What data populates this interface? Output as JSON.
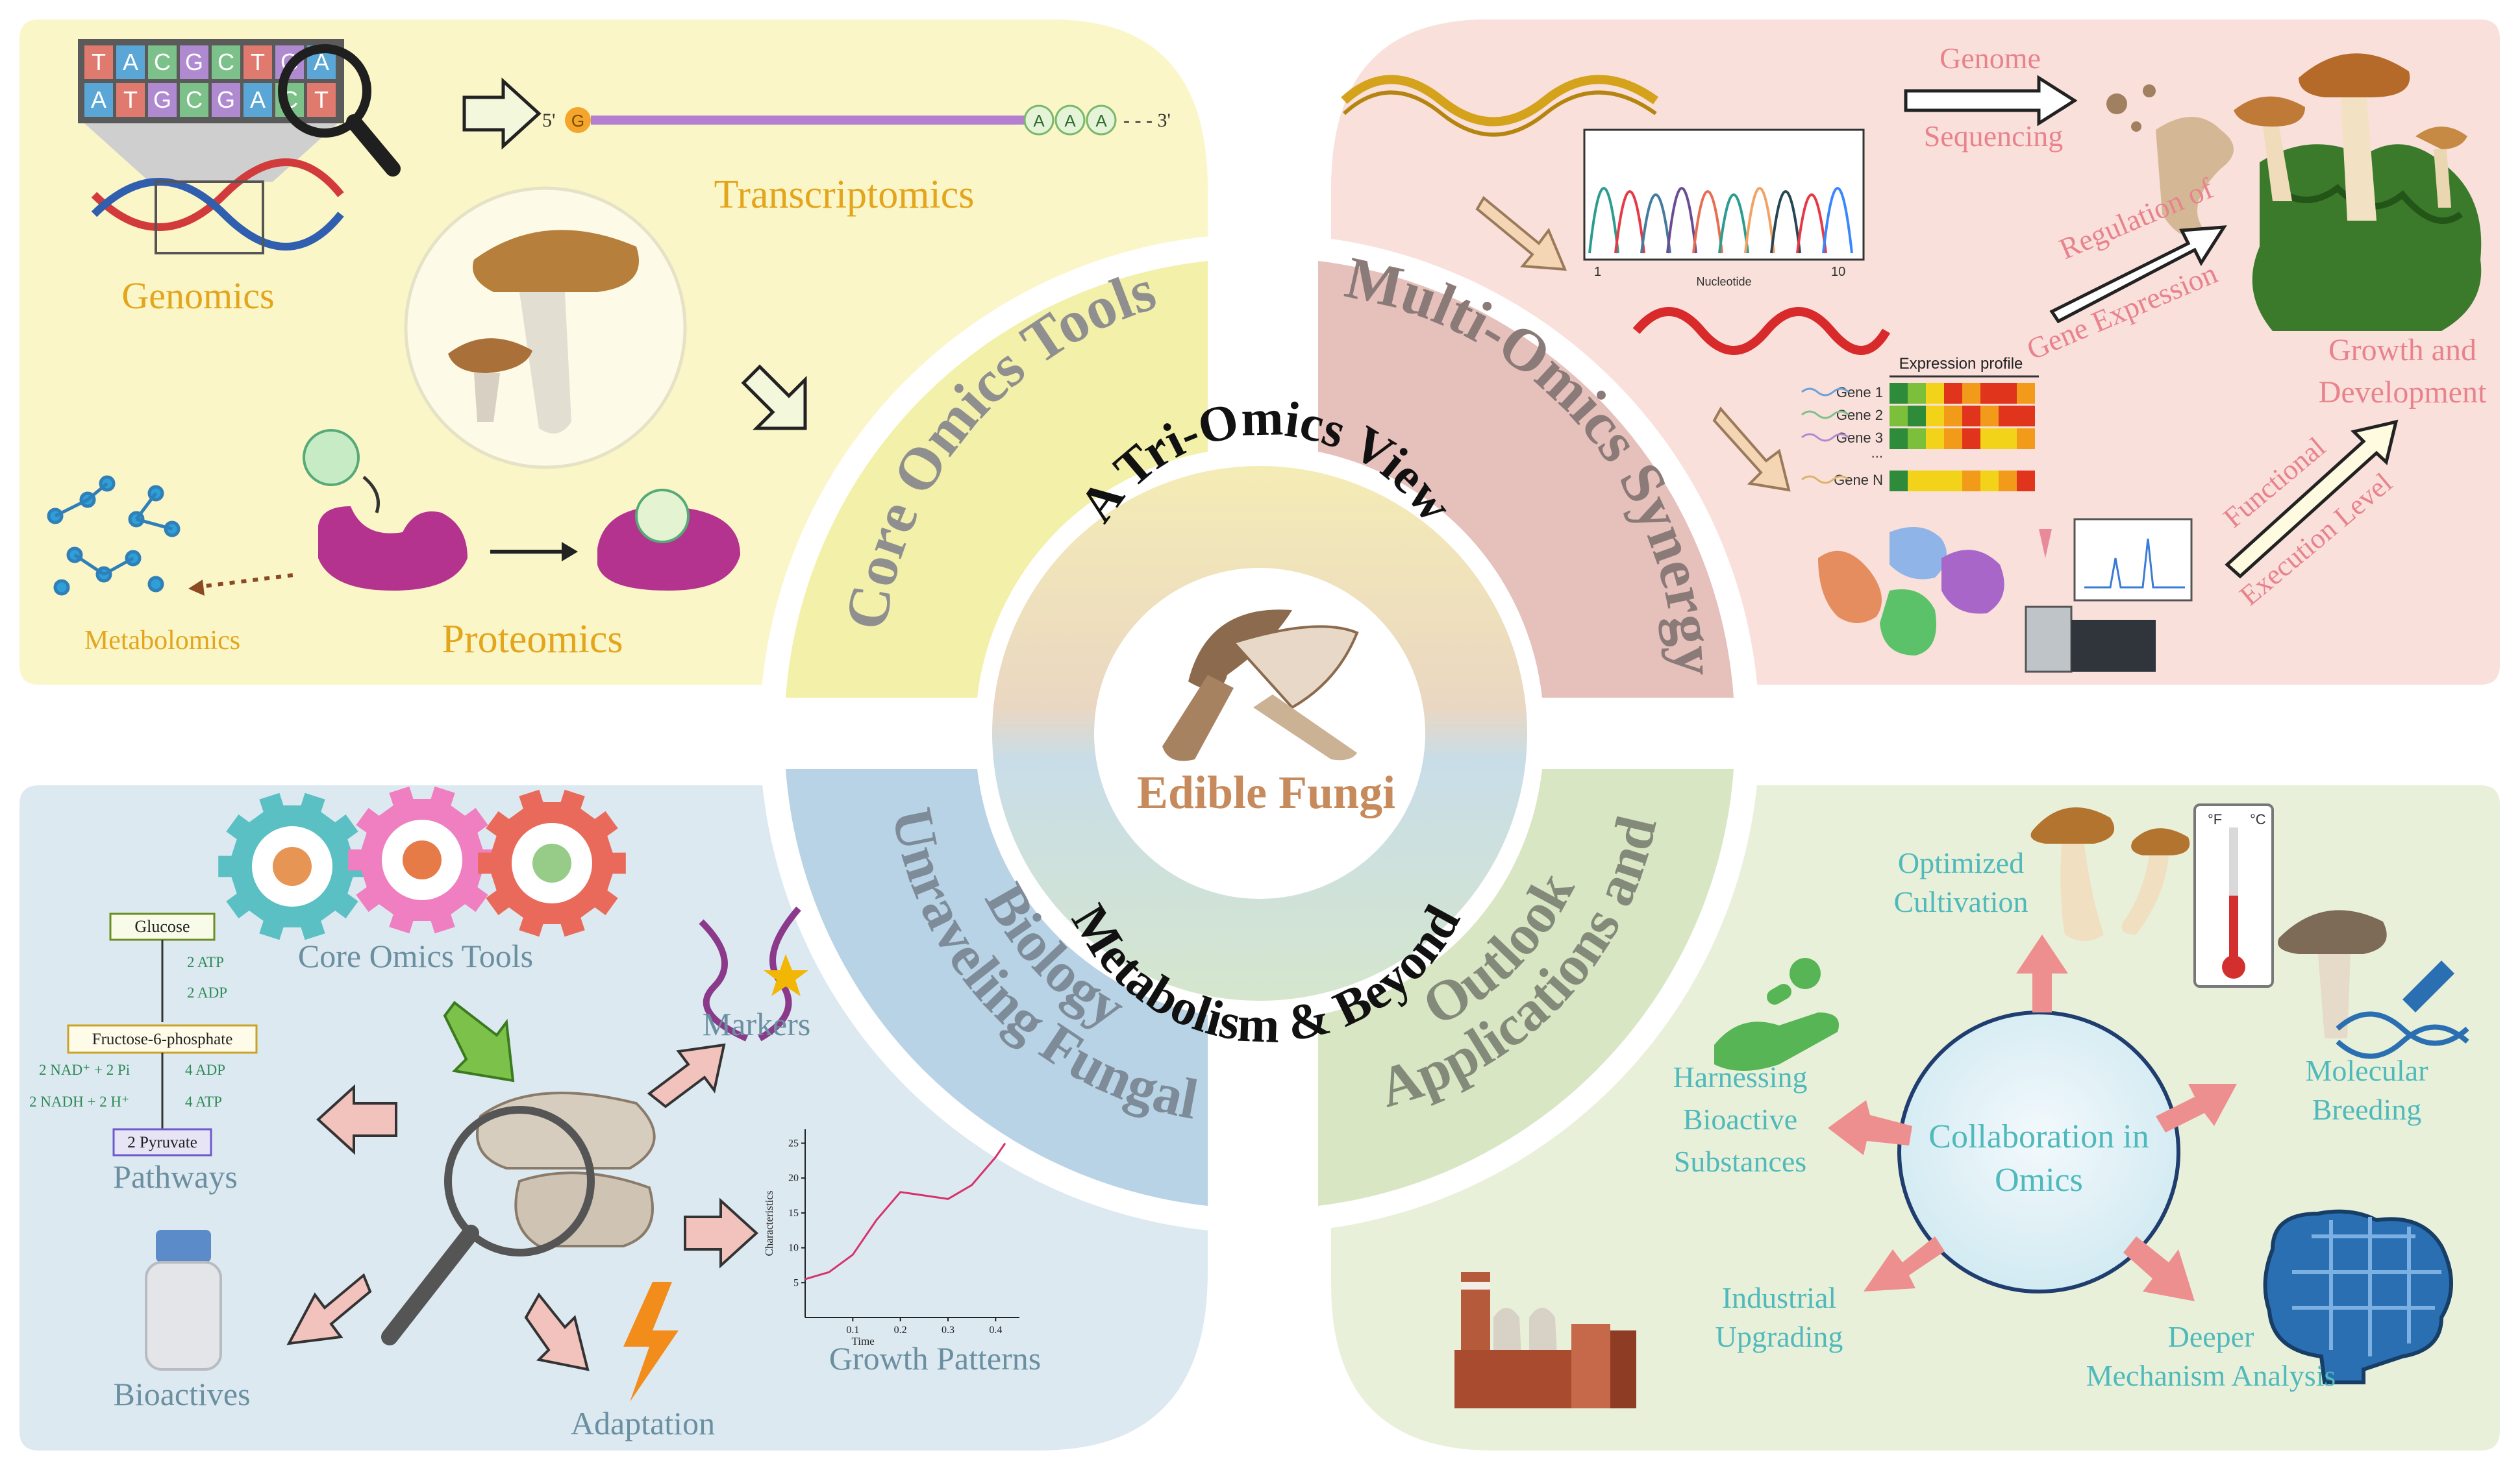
{
  "center": {
    "title_top": "A Tri-Omics View",
    "title_main": "Edible Fungi",
    "title_bottom": "Metabolism & Beyond"
  },
  "ring": {
    "core_tools": "Core Omics Tools",
    "multi_omics": "Multi-Omics Synergy",
    "unraveling_line1": "Unraveling Fungal",
    "unraveling_line2": "Biology",
    "applications_line1": "Applications and",
    "applications_line2": "Outlook"
  },
  "top_left": {
    "dna_top": [
      "T",
      "A",
      "C",
      "G",
      "C",
      "T",
      "G",
      "A"
    ],
    "dna_bottom": [
      "A",
      "T",
      "G",
      "C",
      "G",
      "A",
      "C",
      "T"
    ],
    "five_prime": "5'",
    "g_base": "G",
    "poly_a": [
      "A",
      "A",
      "A"
    ],
    "three_prime": "- - - 3'",
    "genomics": "Genomics",
    "transcriptomics": "Transcriptomics",
    "proteomics": "Proteomics",
    "metabolomics": "Metabolomics"
  },
  "top_right": {
    "genome": "Genome",
    "sequencing": "Sequencing",
    "regulation_of": "Regulation of",
    "gene_expression": "Gene Expression",
    "growth_and": "Growth and",
    "development": "Development",
    "functional": "Functional",
    "execution_level": "Execution Level",
    "nucleotide": "Nucleotide",
    "tick_start": "1",
    "tick_end": "10",
    "expression_profile": "Expression profile",
    "genes": [
      "Gene 1",
      "Gene 2",
      "Gene 3",
      "...",
      "Gene N"
    ]
  },
  "bottom_left": {
    "core_tools": "Core Omics Tools",
    "markers": "Markers",
    "pathways": "Pathways",
    "bioactives": "Bioactives",
    "adaptation": "Adaptation",
    "growth_patterns": "Growth Patterns",
    "glucose": "Glucose",
    "atp": "2 ATP",
    "adp": "2 ADP",
    "f6p": "Fructose-6-phosphate",
    "nad": "2 NAD⁺ + 2 Pi",
    "nadh": "2 NADH + 2 H⁺",
    "adp4": "4 ADP",
    "atp4": "4 ATP",
    "pyruvate": "2 Pyruvate",
    "axis_y": "Characteristics",
    "axis_x": "Time"
  },
  "bottom_right": {
    "center_line1": "Collaboration in",
    "center_line2": "Omics",
    "optimized_line1": "Optimized",
    "optimized_line2": "Cultivation",
    "molecular_line1": "Molecular",
    "molecular_line2": "Breeding",
    "harnessing_line1": "Harnessing",
    "harnessing_line2": "Bioactive",
    "harnessing_line3": "Substances",
    "industrial_line1": "Industrial",
    "industrial_line2": "Upgrading",
    "deeper_line1": "Deeper",
    "deeper_line2": "Mechanism Analysis",
    "thermo_f": "°F",
    "thermo_c": "°C"
  },
  "chart_data": {
    "type": "line",
    "xlabel": "Time",
    "ylabel": "Characteristics",
    "xlim": [
      0,
      0.45
    ],
    "ylim": [
      0,
      27
    ],
    "x_ticks": [
      "0.1",
      "0.2",
      "0.3",
      "0.4"
    ],
    "y_ticks": [
      "5",
      "10",
      "15",
      "20",
      "25"
    ],
    "series": [
      {
        "x": [
          0.0,
          0.05,
          0.1,
          0.15,
          0.2,
          0.25,
          0.3,
          0.35,
          0.4,
          0.42
        ],
        "y": [
          5.5,
          6.5,
          9,
          14,
          18,
          17.5,
          17,
          19,
          23,
          25
        ]
      }
    ]
  },
  "colors": {
    "panel_tl": "#fbf6c8",
    "panel_tr": "#f9e0db",
    "panel_bl": "#dde9f1",
    "panel_br": "#e9f0da",
    "ring_tl": "#f3f0a9",
    "ring_tr": "#e6c0bb",
    "ring_bl": "#b9d3e6",
    "ring_br": "#d9e6c4",
    "label_tl": "#e3a51c",
    "label_tr": "#e8838d",
    "label_bl": "#6a8fa0",
    "label_br": "#4fb9bb"
  }
}
